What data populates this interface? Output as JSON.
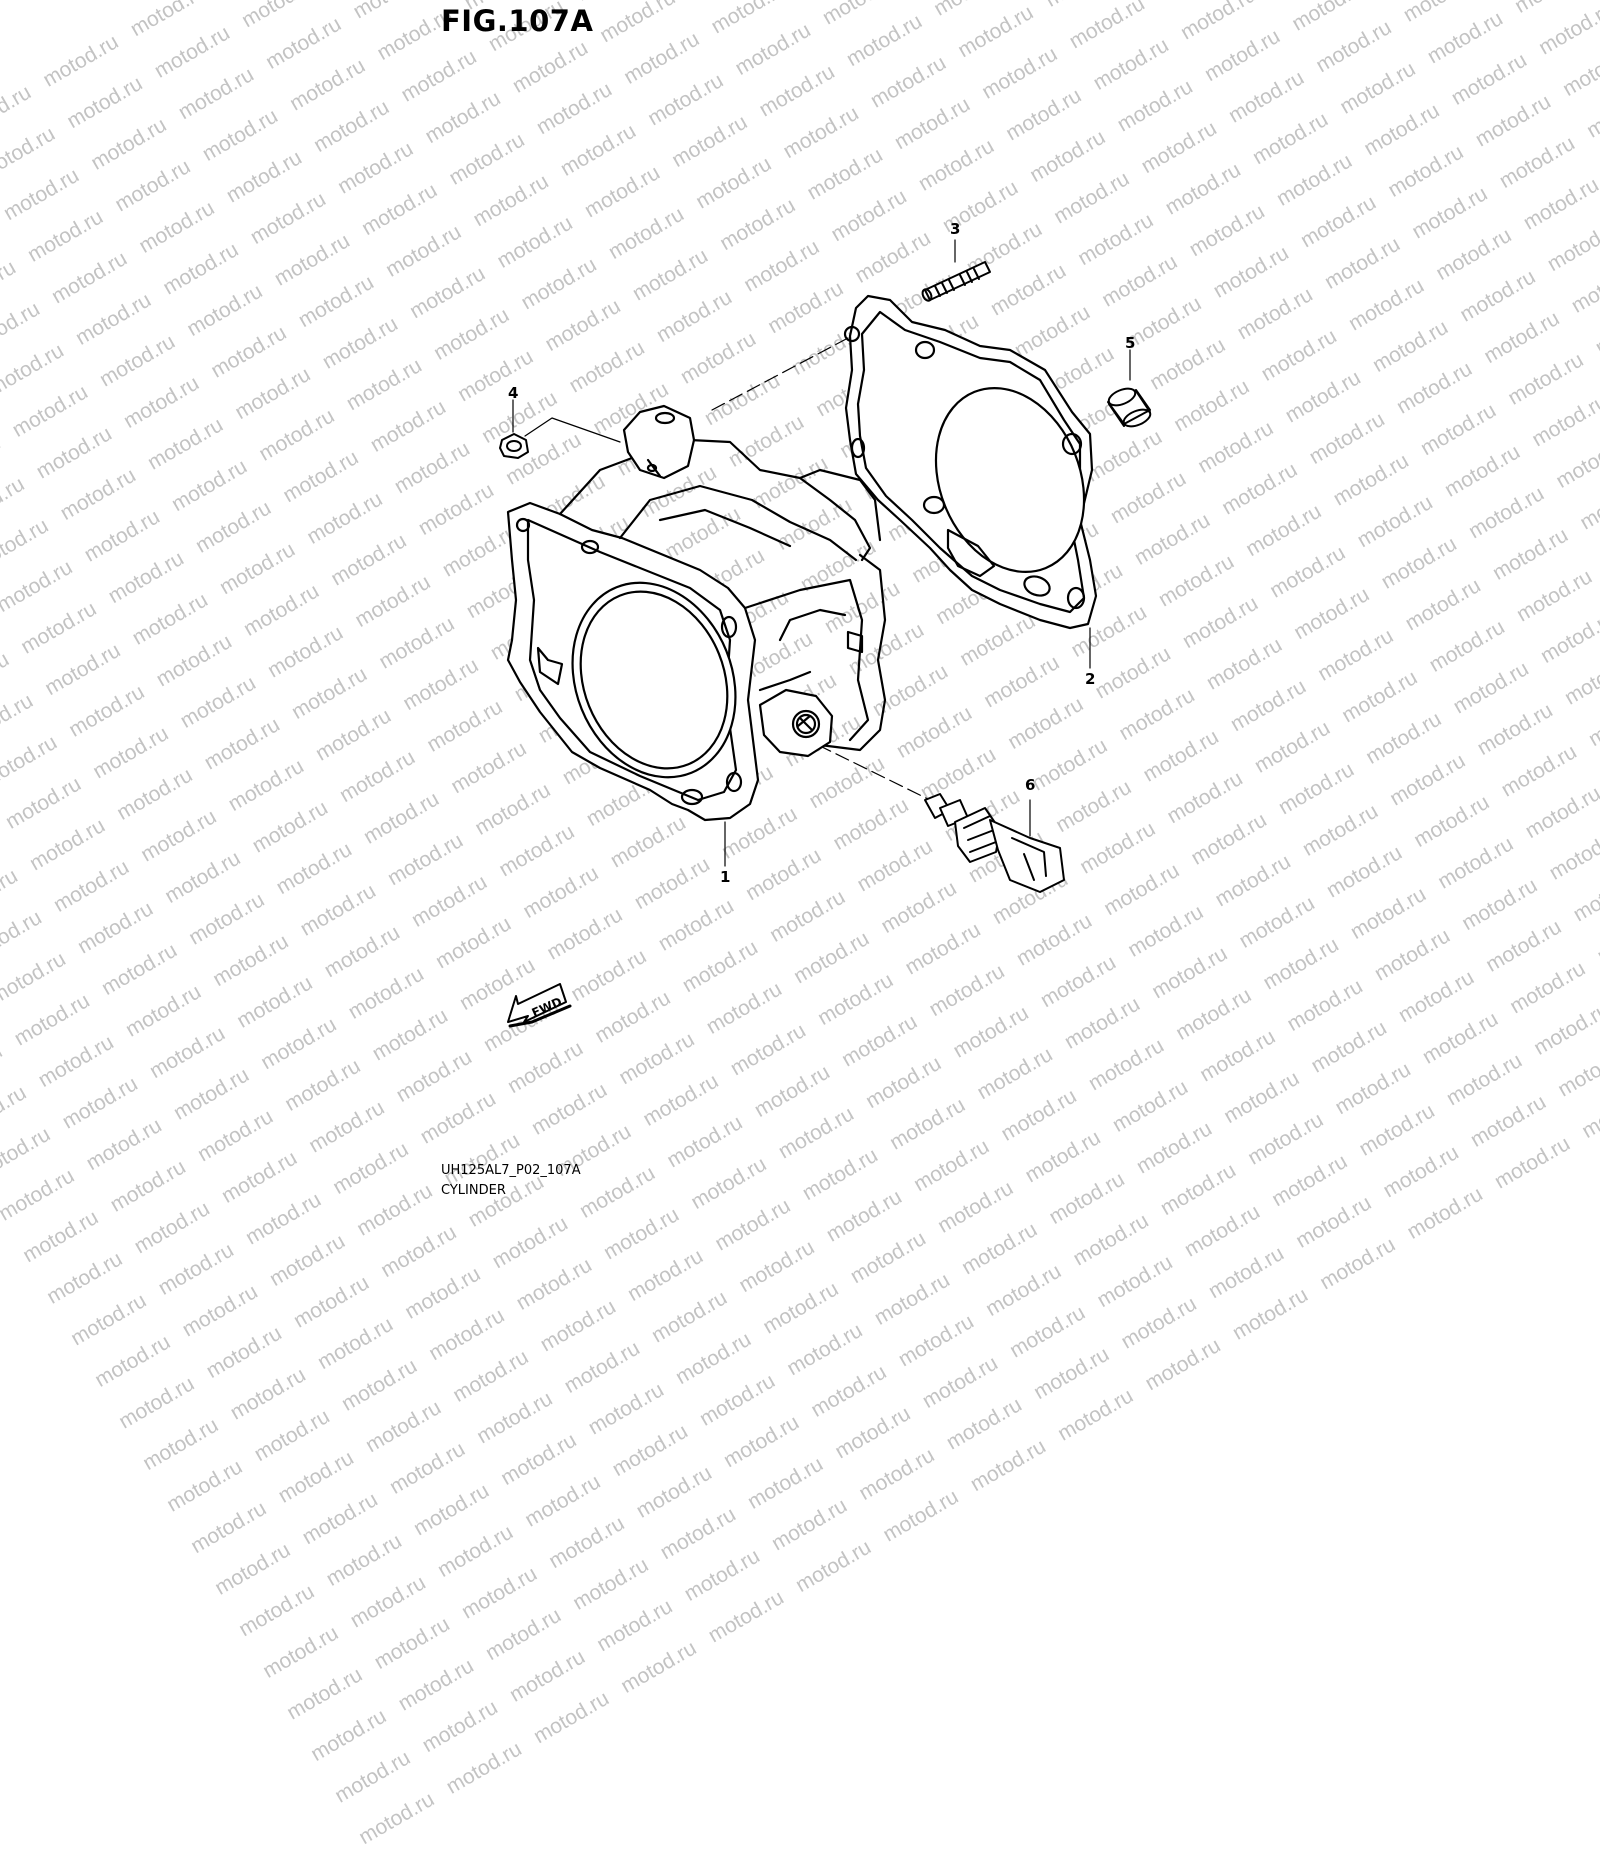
{
  "figure_title": "FIG.107A",
  "watermark": "motod.ru",
  "drawing_code": "UH125AL7_P02_107A",
  "drawing_name": "CYLINDER",
  "forward_arrow_label": "FWD",
  "callouts": [
    "1",
    "2",
    "3",
    "4",
    "5",
    "6"
  ],
  "parts": [
    {
      "ref": "1",
      "name": "cylinder-block"
    },
    {
      "ref": "2",
      "name": "cylinder-gasket"
    },
    {
      "ref": "3",
      "name": "stud-bolt"
    },
    {
      "ref": "4",
      "name": "nut"
    },
    {
      "ref": "5",
      "name": "dowel-pin"
    },
    {
      "ref": "6",
      "name": "temperature-sensor"
    }
  ],
  "colors": {
    "line": "#000000",
    "background": "#ffffff",
    "watermark": "#bdbdbd"
  }
}
